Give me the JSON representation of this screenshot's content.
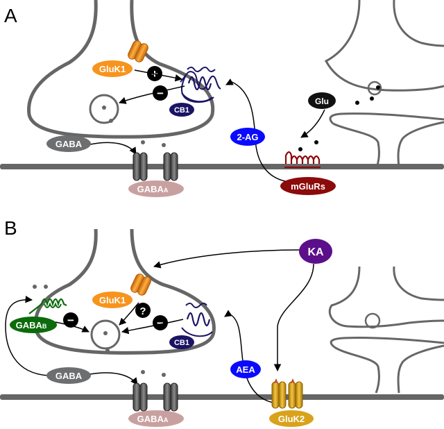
{
  "panels": {
    "a": {
      "letter": "A",
      "labels": {
        "gluk1": "GluK1",
        "plus": "+",
        "minus": "−",
        "cb1": "CB1",
        "gaba": "GABA",
        "gabaa_main": "GABA",
        "gabaa_sub": "A",
        "twoag": "2-AG",
        "glu": "Glu",
        "mglurs": "mGluRs"
      }
    },
    "b": {
      "letter": "B",
      "labels": {
        "ka": "KA",
        "gluk1": "GluK1",
        "question": "?",
        "gabab_main": "GABA",
        "gabab_sub": "B",
        "minus_left": "−",
        "minus_right": "−",
        "cb1": "CB1",
        "gaba": "GABA",
        "aea": "AEA",
        "gabaa_main": "GABA",
        "gabaa_sub": "A",
        "gluk2": "GluK2"
      }
    }
  },
  "colors": {
    "membrane": "#666666",
    "gluk1": "#f7941d",
    "cb1": "#1b1464",
    "gaba_label": "#6d6e70",
    "gabaa_label": "#c9a0a0",
    "endocannabinoid": "#0a0aff",
    "mglur": "#8b0a0a",
    "ka": "#5c0f8b",
    "gabab": "#0b6b0b",
    "gluk2": "#d9a21b"
  }
}
